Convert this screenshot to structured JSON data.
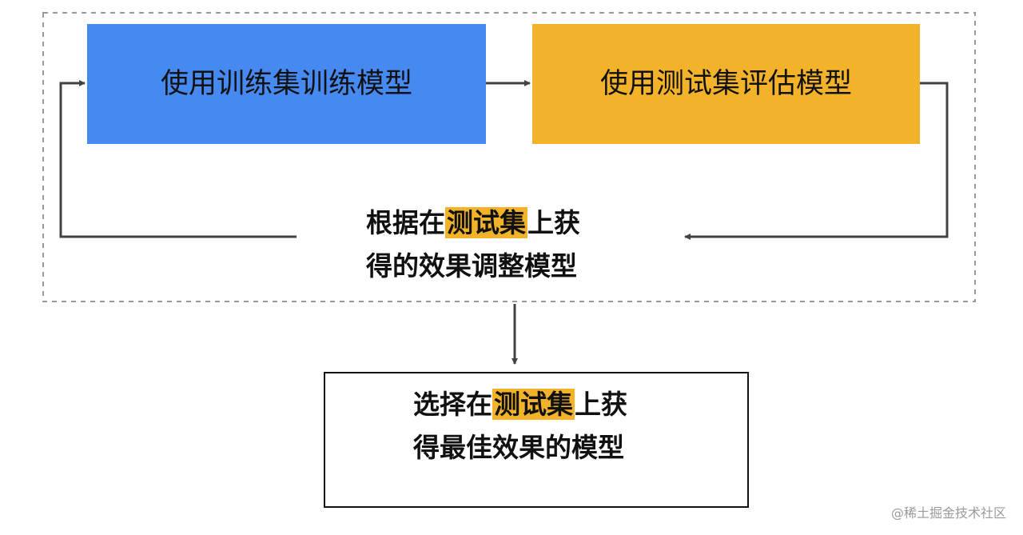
{
  "boxes": {
    "train_label": "使用训练集训练模型",
    "evaluate_label": "使用测试集评估模型"
  },
  "adjust": {
    "line1_prefix": "根据在",
    "line1_highlight": "测试集",
    "line1_suffix": "上获",
    "line2": "得的效果调整模型"
  },
  "final": {
    "line1_prefix": "选择在",
    "line1_highlight": "测试集",
    "line1_suffix": "上获",
    "line2": "得最佳效果的模型"
  },
  "watermark": {
    "at": "@",
    "text": "稀土掘金技术社区"
  },
  "colors": {
    "train_box": "#4689f1",
    "evaluate_box": "#f2b32b",
    "highlight": "#f2b32b",
    "arrow": "#3f4345",
    "dashed_border": "#999999"
  }
}
